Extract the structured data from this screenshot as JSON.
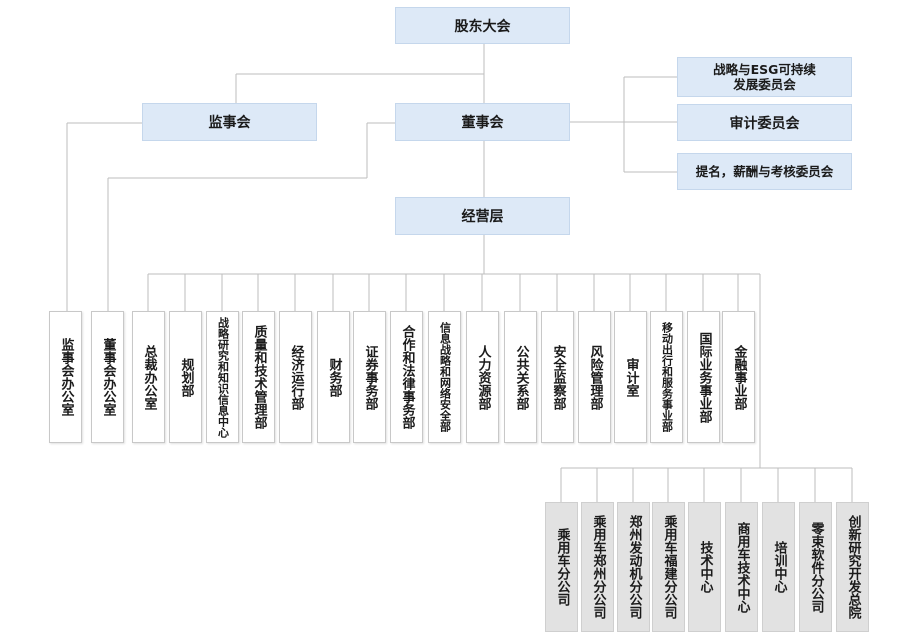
{
  "top": {
    "shareholders": "股东大会",
    "supervisory_board": "监事会",
    "board": "董事会",
    "management": "经营层"
  },
  "committees": [
    {
      "line1": "战略与ESG可持续",
      "line2": "发展委员会"
    },
    {
      "line1": "审计委员会",
      "line2": ""
    },
    {
      "line1": "提名，薪酬与考核委员会",
      "line2": ""
    }
  ],
  "departments": [
    "监事会办公室",
    "董事会办公室",
    "总裁办公室",
    "规划部",
    "战略研究和知识信息中心",
    "质量和技术管理部",
    "经济运行部",
    "财务部",
    "证券事务部",
    "合作和法律事务部",
    "信息战略和网络安全部",
    "人力资源部",
    "公共关系部",
    "安全监察部",
    "风险管理部",
    "审计室",
    "移动出行和服务事业部",
    "国际业务事业部",
    "金融事业部"
  ],
  "subsidiaries": [
    "乘用车分公司",
    "乘用车郑州分公司",
    "郑州发动机分公司",
    "乘用车福建分公司",
    "技术中心",
    "商用车技术中心",
    "培训中心",
    "零束软件分公司",
    "创新研究开发总院"
  ],
  "colors": {
    "top_box": "#dde9f7",
    "dept_box": "#ffffff",
    "sub_box": "#e2e2e2",
    "line": "#bdbdbd"
  }
}
